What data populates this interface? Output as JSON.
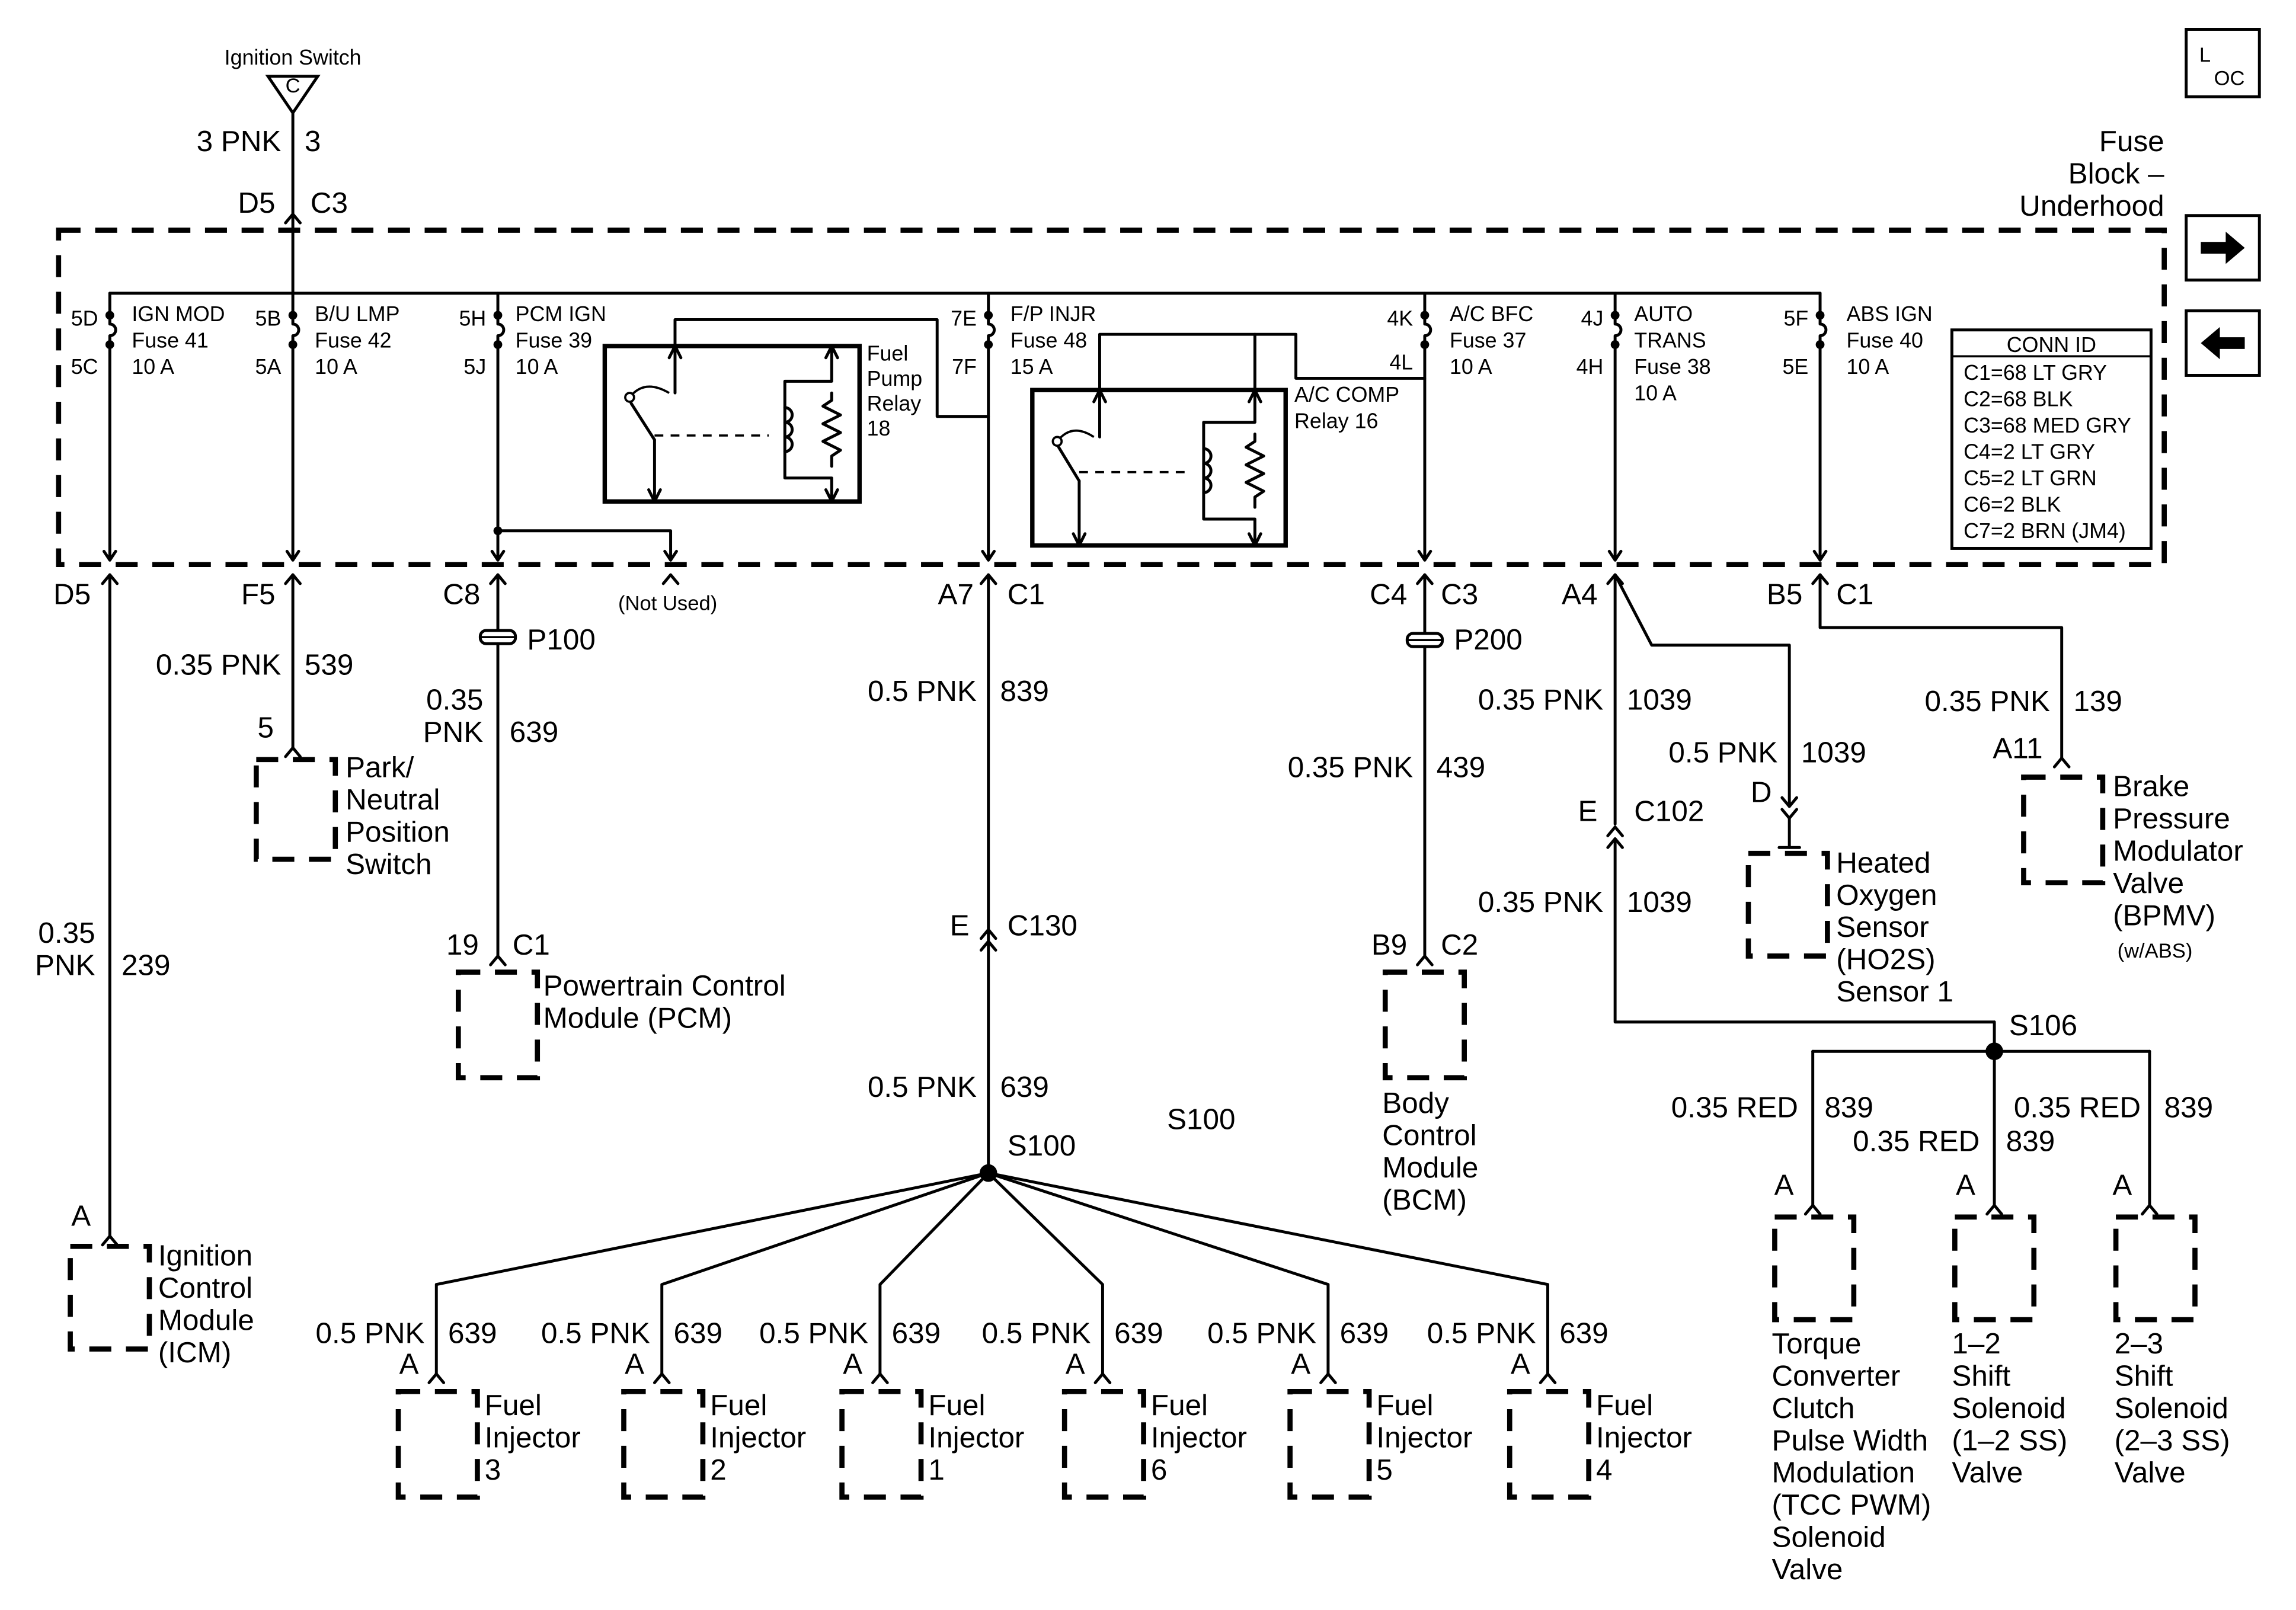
{
  "ignition": {
    "title": "Ignition Switch",
    "terminal": "C",
    "wire_left": "3 PNK",
    "wire_right": "3",
    "pin": "D5",
    "conn": "C3"
  },
  "loc_badge": {
    "l": "L",
    "oc": "OC"
  },
  "fuse_block": {
    "line1": "Fuse",
    "line2": "Block –",
    "line3": "Underhood"
  },
  "nav": {
    "forward": "forward-arrow",
    "back": "back-arrow"
  },
  "conn_id": {
    "title": "CONN ID",
    "rows": [
      "C1=68 LT GRY",
      "C2=68 BLK",
      "C3=68 MED GRY",
      "C4=2 LT GRY",
      "C5=2 LT GRN",
      "C6=2 BLK",
      "C7=2 BRN (JM4)"
    ]
  },
  "fuses": [
    {
      "top": "5D",
      "bot": "5C",
      "name": "IGN MOD",
      "fuse": "Fuse 41",
      "amp": "10 A"
    },
    {
      "top": "5B",
      "bot": "5A",
      "name": "B/U LMP",
      "fuse": "Fuse 42",
      "amp": "10 A"
    },
    {
      "top": "5H",
      "bot": "5J",
      "name": "PCM IGN",
      "fuse": "Fuse 39",
      "amp": "10 A"
    },
    {
      "top": "7E",
      "bot": "7F",
      "name": "F/P INJR",
      "fuse": "Fuse 48",
      "amp": "15 A"
    },
    {
      "top": "4K",
      "bot": "4L",
      "name": "A/C BFC",
      "fuse": "Fuse 37",
      "amp": "10 A"
    },
    {
      "top": "4J",
      "bot": "4H",
      "name": "AUTO",
      "name2": "TRANS",
      "fuse": "Fuse 38",
      "amp": "10 A"
    },
    {
      "top": "5F",
      "bot": "5E",
      "name": "ABS IGN",
      "fuse": "Fuse 40",
      "amp": "10 A"
    }
  ],
  "relays": {
    "fuel_pump": {
      "l1": "Fuel",
      "l2": "Pump",
      "l3": "Relay",
      "l4": "18"
    },
    "ac_comp": {
      "l1": "A/C COMP",
      "l2": "Relay 16"
    }
  },
  "bottom_conns": {
    "d5": "D5",
    "f5": "F5",
    "c8": "C8",
    "not_used": "(Not Used)",
    "a7": "A7",
    "c1a": "C1",
    "c4": "C4",
    "c3": "C3",
    "a4": "A4",
    "b5": "B5",
    "c1b": "C1"
  },
  "wires": {
    "icm_color1": "0.35",
    "icm_color2": "PNK",
    "icm_circuit": "239",
    "pnp_color": "0.35 PNK",
    "pnp_circuit": "539",
    "pcm_color1": "0.35",
    "pcm_color2": "PNK",
    "pcm_circuit": "639",
    "inj_up_color": "0.5 PNK",
    "inj_up_circuit": "839",
    "inj_dn_color": "0.5 PNK",
    "inj_dn_circuit": "639",
    "bcm_color": "0.35 PNK",
    "bcm_circuit": "439",
    "tr_up_color": "0.35 PNK",
    "tr_up_circuit": "1039",
    "tr_dn_color": "0.35 PNK",
    "tr_dn_circuit": "1039",
    "ho2s_color": "0.5 PNK",
    "ho2s_circuit": "1039",
    "abs_color": "0.35 PNK",
    "abs_circuit": "139",
    "tcc_color": "0.35 RED",
    "tcc_circuit": "839",
    "ss12_color": "0.35 RED",
    "ss12_circuit": "839",
    "ss23_color": "0.35 RED",
    "ss23_circuit": "839"
  },
  "inline": {
    "p100": "P100",
    "p200": "P200",
    "c130_pin": "E",
    "c130": "C130",
    "c102_pin": "E",
    "c102": "C102",
    "s100": "S100",
    "s100_label": "S100",
    "s106": "S106"
  },
  "components": {
    "icm": {
      "pin": "A",
      "l1": "Ignition",
      "l2": "Control",
      "l3": "Module",
      "l4": "(ICM)"
    },
    "pnp": {
      "pin": "5",
      "l1": "Park/",
      "l2": "Neutral",
      "l3": "Position",
      "l4": "Switch"
    },
    "pcm": {
      "pin": "19",
      "conn": "C1",
      "l1": "Powertrain Control",
      "l2": "Module (PCM)"
    },
    "bcm": {
      "pin": "B9",
      "conn": "C2",
      "l1": "Body",
      "l2": "Control",
      "l3": "Module",
      "l4": "(BCM)"
    },
    "ho2s": {
      "pin": "D",
      "l1": "Heated",
      "l2": "Oxygen",
      "l3": "Sensor",
      "l4": "(HO2S)",
      "l5": "Sensor 1"
    },
    "bpmv": {
      "pin": "A11",
      "l1": "Brake",
      "l2": "Pressure",
      "l3": "Modulator",
      "l4": "Valve",
      "l5": "(BPMV)",
      "l6": "(w/ABS)"
    },
    "tcc": {
      "pin": "A",
      "l1": "Torque",
      "l2": "Converter",
      "l3": "Clutch",
      "l4": "Pulse Width",
      "l5": "Modulation",
      "l6": "(TCC PWM)",
      "l7": "Solenoid",
      "l8": "Valve"
    },
    "ss12": {
      "pin": "A",
      "l1": "1–2",
      "l2": "Shift",
      "l3": "Solenoid",
      "l4": "(1–2 SS)",
      "l5": "Valve"
    },
    "ss23": {
      "pin": "A",
      "l1": "2–3",
      "l2": "Shift",
      "l3": "Solenoid",
      "l4": "(2–3 SS)",
      "l5": "Valve"
    }
  },
  "injectors": [
    {
      "color": "0.5 PNK",
      "circuit": "639",
      "pin": "A",
      "l1": "Fuel",
      "l2": "Injector",
      "num": "3"
    },
    {
      "color": "0.5 PNK",
      "circuit": "639",
      "pin": "A",
      "l1": "Fuel",
      "l2": "Injector",
      "num": "2"
    },
    {
      "color": "0.5 PNK",
      "circuit": "639",
      "pin": "A",
      "l1": "Fuel",
      "l2": "Injector",
      "num": "1"
    },
    {
      "color": "0.5 PNK",
      "circuit": "639",
      "pin": "A",
      "l1": "Fuel",
      "l2": "Injector",
      "num": "6"
    },
    {
      "color": "0.5 PNK",
      "circuit": "639",
      "pin": "A",
      "l1": "Fuel",
      "l2": "Injector",
      "num": "5"
    },
    {
      "color": "0.5 PNK",
      "circuit": "639",
      "pin": "A",
      "l1": "Fuel",
      "l2": "Injector",
      "num": "4"
    }
  ]
}
